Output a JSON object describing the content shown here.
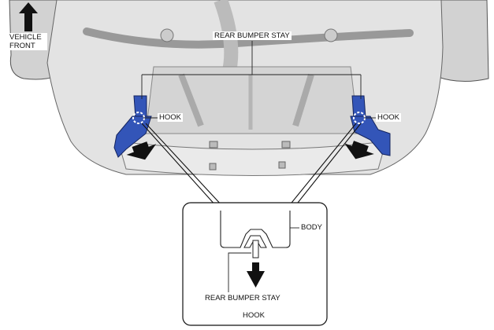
{
  "orientation": {
    "line1": "VEHICLE",
    "line2": "FRONT"
  },
  "labels": {
    "rear_bumper_stay_top": "REAR BUMPER STAY",
    "hook_left": "HOOK",
    "hook_right": "HOOK",
    "body": "BODY",
    "rear_bumper_stay_detail": "REAR BUMPER STAY",
    "hook_detail": "HOOK"
  },
  "colors": {
    "bracket_blue": "#3355b8",
    "body_gray": "#d9d9d9",
    "line_dark": "#222222"
  }
}
